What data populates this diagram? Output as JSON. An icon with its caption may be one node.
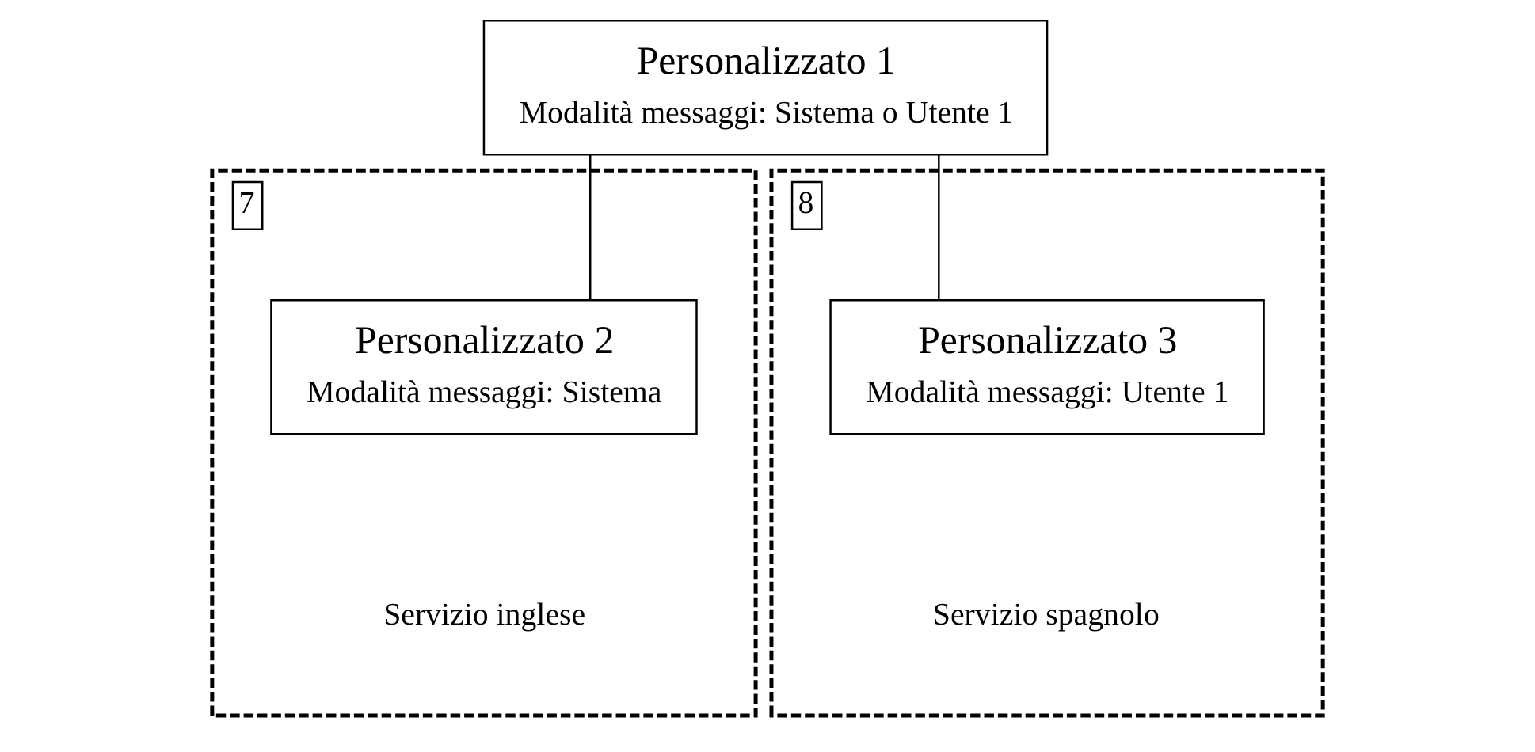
{
  "diagram": {
    "nodes": [
      {
        "text": [
          "Personalizzato 1",
          "Modalità messaggi: Sistema o Utente 1"
        ]
      },
      {
        "text": [
          "7"
        ]
      },
      {
        "text": [
          "Personalizzato 2",
          "Modalità messaggi: Sistema"
        ],
        "in": 1
      },
      {
        "text": [
          "Servizio inglese"
        ],
        "in": 1
      },
      {
        "text": [
          "8"
        ]
      },
      {
        "text": [
          "Personalizzato 3",
          "Modalità messaggi: Utente 1"
        ],
        "in": 4
      },
      {
        "text": [
          "Servizio spagnolo"
        ],
        "in": 4
      }
    ],
    "edges": [
      {
        "from": 0,
        "to": 2,
        "arrow": "none"
      },
      {
        "from": 0,
        "to": 5,
        "arrow": "none"
      }
    ]
  }
}
